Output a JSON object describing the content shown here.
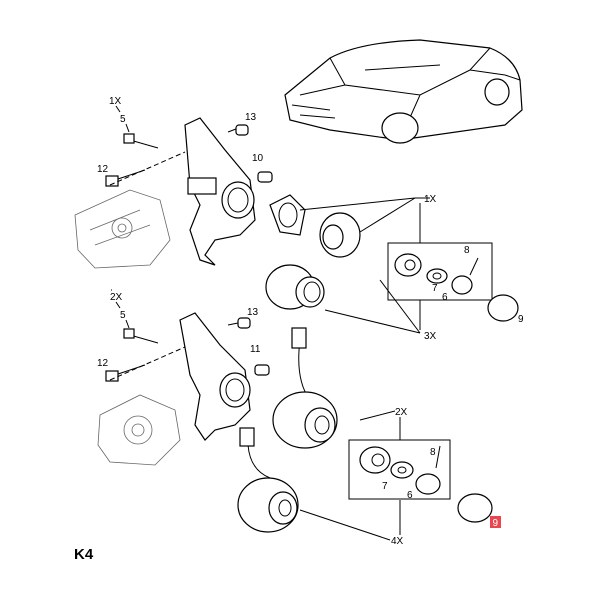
{
  "diagram_code": "K4",
  "highlight_color": "#e8474f",
  "labels": {
    "top_qty_bolt": "1X",
    "top_bolt": "5",
    "top_bushing": "13",
    "top_knuckle": "10",
    "top_screw": "12",
    "top_kit_qty": "1X",
    "top_pin": "8",
    "top_washer": "7",
    "top_nut": "6",
    "top_cap": "9",
    "top_hub_qty": "3X",
    "bot_qty_bolt": "2X",
    "bot_bolt": "5",
    "bot_bushing": "13",
    "bot_knuckle": "11",
    "bot_screw": "12",
    "bot_kit_qty": "2X",
    "bot_pin": "8",
    "bot_washer": "7",
    "bot_nut": "6",
    "bot_cap_highlighted": "9",
    "bot_hub_qty": "4X"
  }
}
